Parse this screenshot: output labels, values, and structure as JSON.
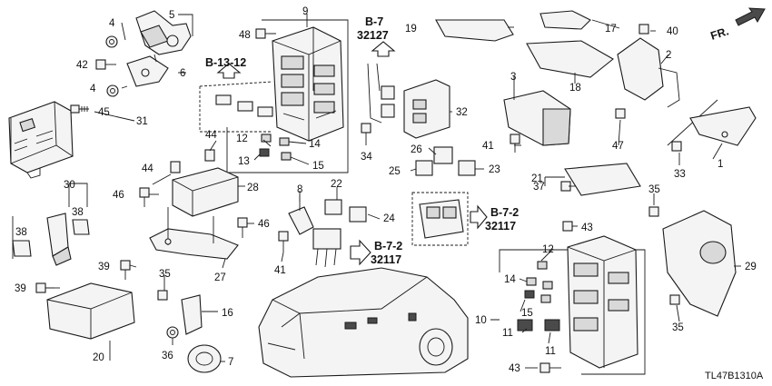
{
  "diagram_code": "TL47B1310A",
  "direction_label": "FR.",
  "references": {
    "b_13_12": "B-13-12",
    "b_7_top": "B-7",
    "b_7_top_code": "32127",
    "b_7_2_right": "B-7-2",
    "b_7_2_right_code": "32117",
    "b_7_2_mid": "B-7-2",
    "b_7_2_mid_code": "32117"
  },
  "callouts": {
    "c1": "1",
    "c2": "2",
    "c3": "3",
    "c4a": "4",
    "c4b": "4",
    "c5": "5",
    "c6": "6",
    "c7": "7",
    "c8": "8",
    "c9": "9",
    "c10": "10",
    "c11a": "11",
    "c11b": "11",
    "c12a": "12",
    "c12b": "12",
    "c13": "13",
    "c14a": "14",
    "c14b": "14",
    "c15a": "15",
    "c15b": "15",
    "c16": "16",
    "c17": "17",
    "c18": "18",
    "c19": "19",
    "c20": "20",
    "c21": "21",
    "c22": "22",
    "c23": "23",
    "c24": "24",
    "c25": "25",
    "c26": "26",
    "c27": "27",
    "c28": "28",
    "c29": "29",
    "c30": "30",
    "c31": "31",
    "c32": "32",
    "c33": "33",
    "c34": "34",
    "c35a": "35",
    "c35b": "35",
    "c35c": "35",
    "c36": "36",
    "c37": "37",
    "c38a": "38",
    "c38b": "38",
    "c39a": "39",
    "c39b": "39",
    "c40": "40",
    "c41a": "41",
    "c41b": "41",
    "c42": "42",
    "c43a": "43",
    "c43b": "43",
    "c44a": "44",
    "c44b": "44",
    "c45": "45",
    "c46a": "46",
    "c46b": "46",
    "c47": "47",
    "c48": "48"
  }
}
